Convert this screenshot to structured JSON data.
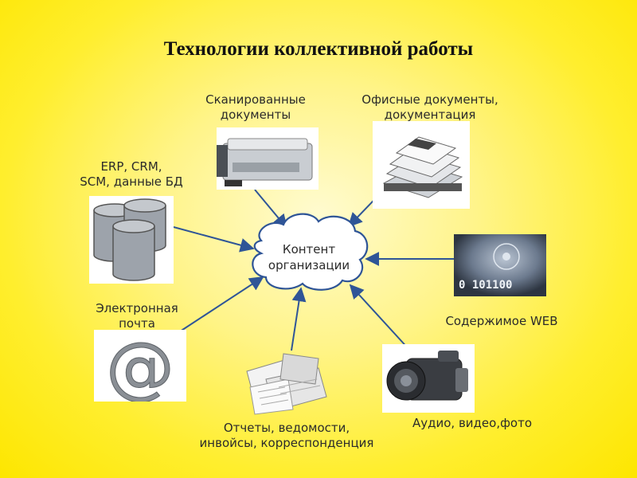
{
  "title": "Технологии коллективной работы",
  "center": {
    "line1": "Контент",
    "line2": "организации"
  },
  "nodes": {
    "scanned": "Сканированные\nдокументы",
    "office": "Офисные документы,\nдокументация",
    "erp": "ERP, CRM,\nSCM, данные БД",
    "web": "Содержимое WEB",
    "email": "Электронная\nпочта",
    "reports": "Отчеты, ведомости,\nинвойсы, корреспонденция",
    "media": "Аудио, видео,фото"
  },
  "web_image_text": "0  101100",
  "email_glyph": "@",
  "icons": [
    "scanner-icon",
    "office-documents-icon",
    "database-icon",
    "web-disk-icon",
    "email-at-icon",
    "paper-reports-icon",
    "video-camera-icon",
    "cloud-icon"
  ]
}
